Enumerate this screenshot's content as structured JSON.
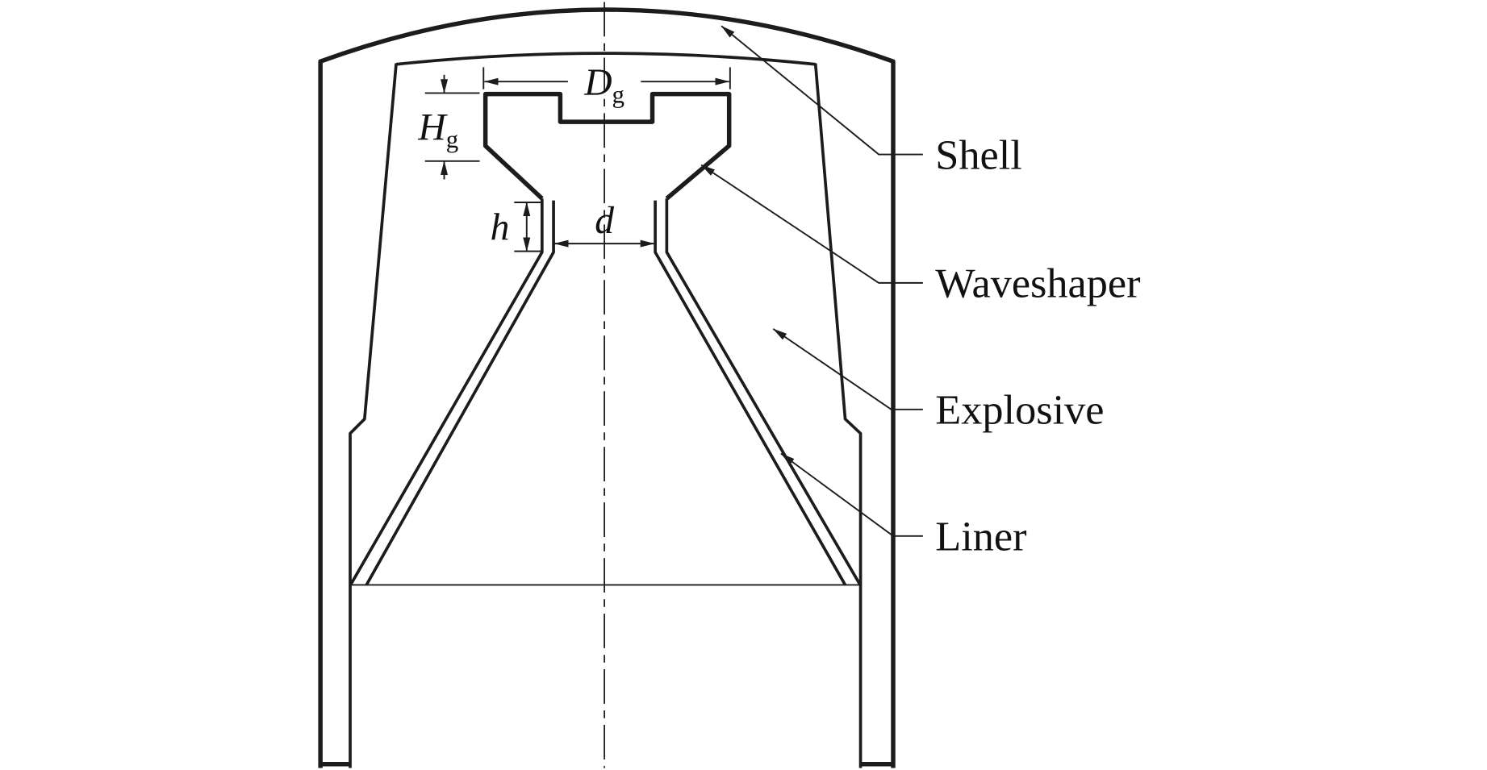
{
  "figure": {
    "background_color": "#ffffff",
    "line_color": "#1c1c1c",
    "description_names": {
      "shell": "shell-casing",
      "waveshaper": "waveshaper-insert",
      "explosive": "explosive-charge",
      "liner": "shaped-charge-liner"
    }
  },
  "labels": {
    "shell": "Shell",
    "waveshaper": "Waveshaper",
    "explosive": "Explosive",
    "liner": "Liner"
  },
  "dimensions": {
    "charge_diameter": {
      "symbol": "D",
      "subscript": "g"
    },
    "waveshaper_height": {
      "symbol": "H",
      "subscript": "g"
    },
    "stem_height": {
      "symbol": "h"
    },
    "apex_inner_diameter": {
      "symbol": "d"
    }
  }
}
